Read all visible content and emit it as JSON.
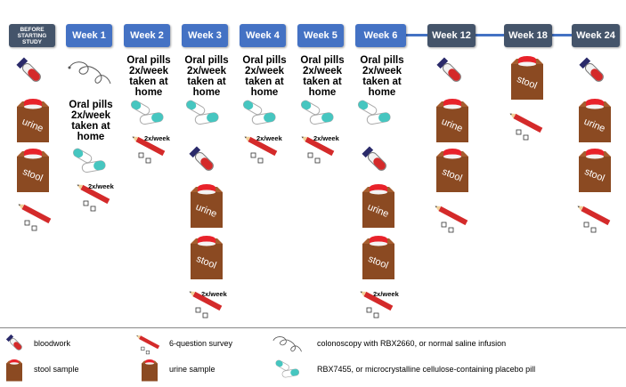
{
  "headers": [
    {
      "label": "BEFORE STARTING STUDY",
      "style": "dark"
    },
    {
      "label": "Week 1",
      "style": "blue"
    },
    {
      "label": "Week 2",
      "style": "blue"
    },
    {
      "label": "Week 3",
      "style": "blue"
    },
    {
      "label": "Week 4",
      "style": "blue"
    },
    {
      "label": "Week 5",
      "style": "blue"
    },
    {
      "label": "Week 6",
      "style": "blue"
    },
    {
      "label": "Week 12",
      "style": "dark"
    },
    {
      "label": "Week 18",
      "style": "dark"
    },
    {
      "label": "Week 24",
      "style": "dark"
    }
  ],
  "oral_text": "Oral pills 2x/week taken at home",
  "freq_text": "2x/week",
  "bag_labels": {
    "urine": "urine",
    "stool": "stool"
  },
  "legend": {
    "bloodwork": "bloodwork",
    "survey": "6-question survey",
    "colonoscopy": "colonoscopy with RBX2660, or normal saline infusion",
    "stool": "stool sample",
    "urine": "urine sample",
    "pill": "RBX7455, or microcrystalline cellulose-containing placebo pill"
  },
  "colors": {
    "header_blue": "#4472c4",
    "header_dark": "#44546a",
    "bag_brown": "#8b4a22",
    "lid_red": "#e8222a",
    "pencil_red": "#d42a2a",
    "pill_teal": "#46c6c0"
  }
}
